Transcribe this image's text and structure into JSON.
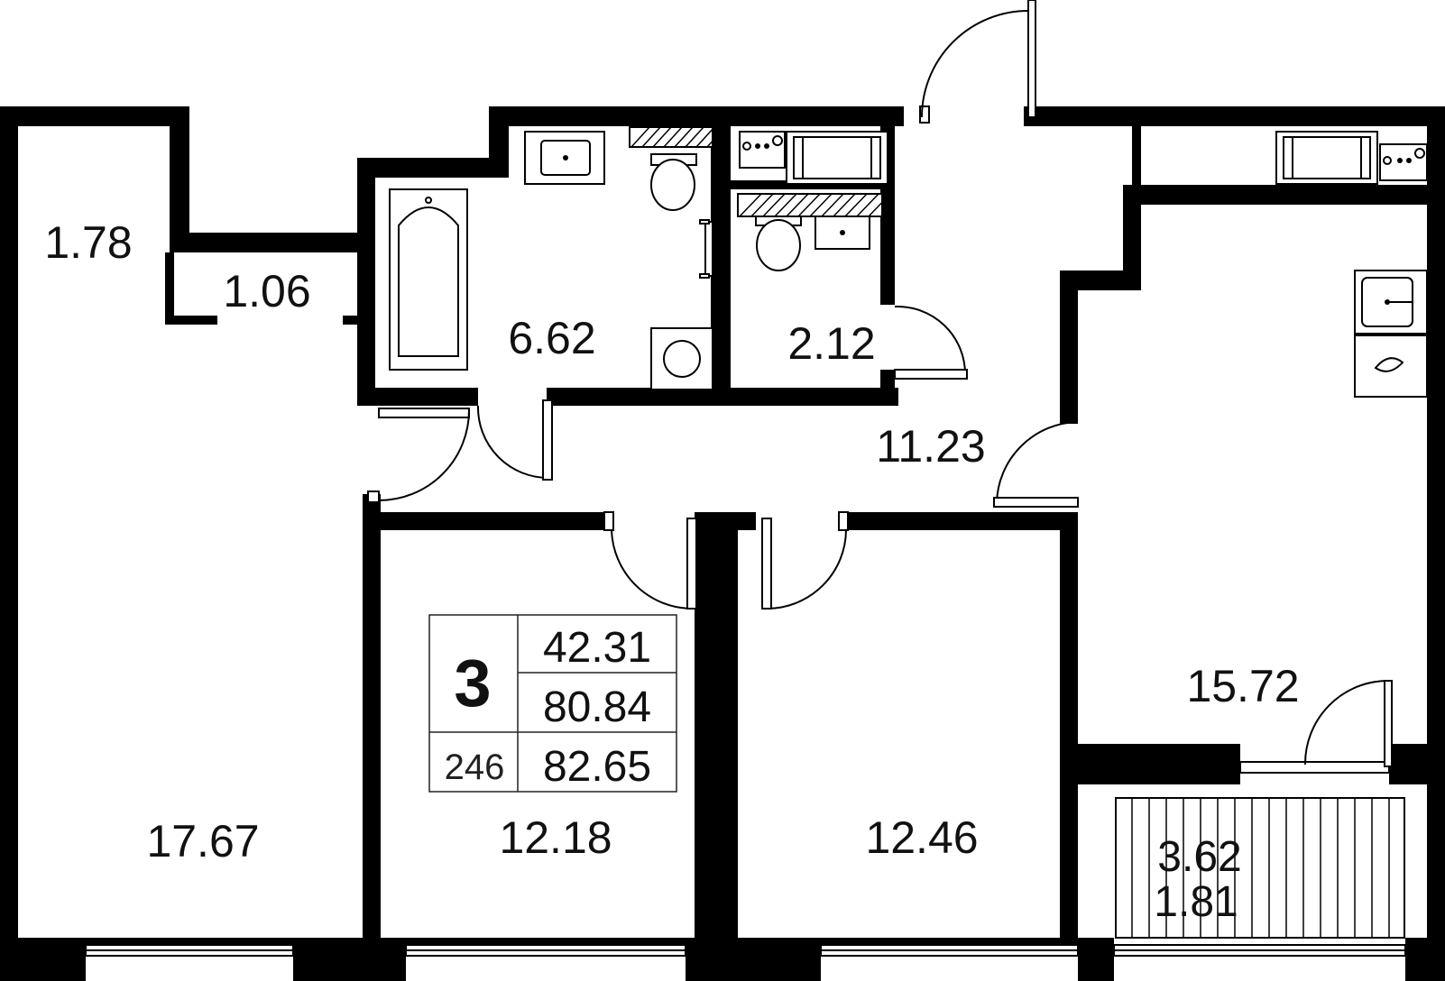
{
  "plan": {
    "rooms": {
      "living_left": "17.67",
      "closet_top_left": "1.78",
      "closet_small": "1.06",
      "bathroom": "6.62",
      "toilet": "2.12",
      "hall": "11.23",
      "bedroom_middle": "12.18",
      "bedroom_right": "12.46",
      "kitchen": "15.72",
      "balcony_area": "3.62",
      "balcony_reduced": "1.81"
    },
    "summary": {
      "room_count": "3",
      "living_area": "42.31",
      "total_area": "80.84",
      "total_with_balcony": "82.65",
      "apartment_number": "246"
    },
    "colors": {
      "wall": "#000000",
      "background": "#ffffff"
    }
  }
}
